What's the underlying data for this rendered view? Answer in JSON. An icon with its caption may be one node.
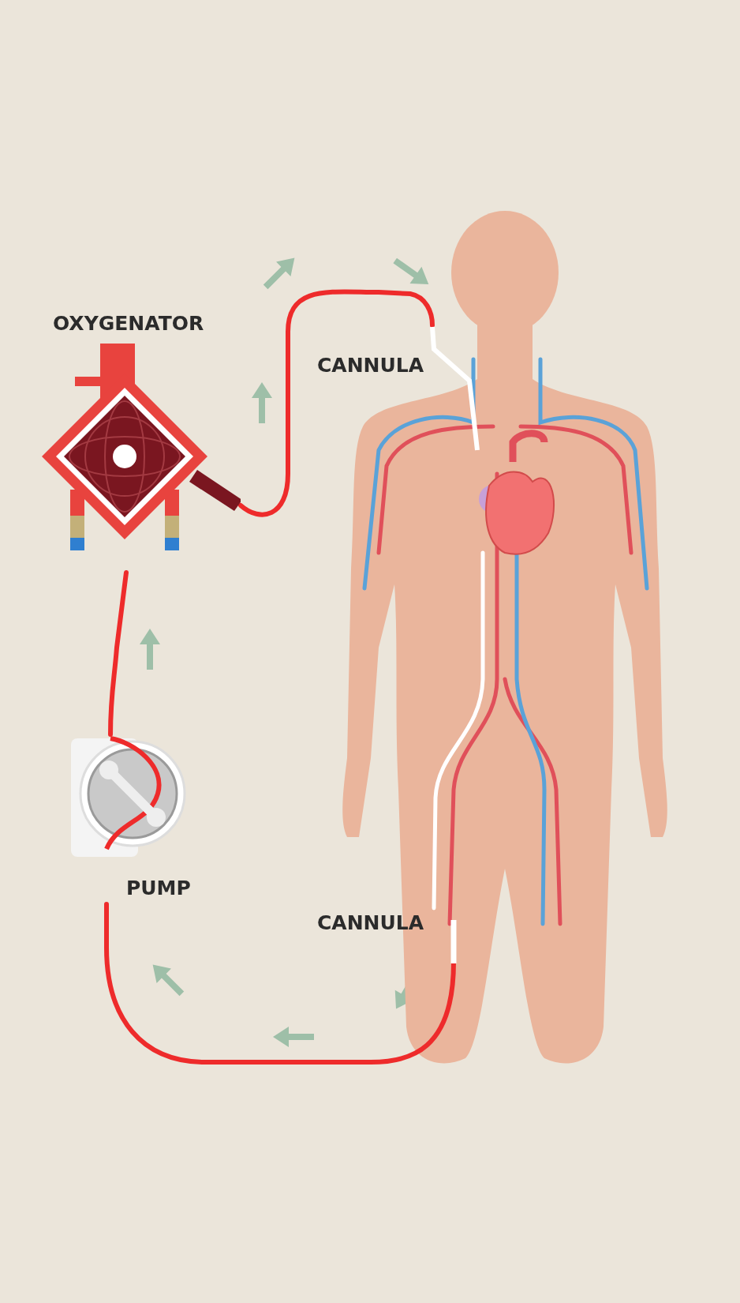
{
  "diagram": {
    "nodes": [
      {
        "text": [
          "OXYGENATOR"
        ]
      },
      {
        "text": [
          "PUMP"
        ]
      },
      {
        "text": [
          "CANNULA"
        ]
      },
      {
        "text": [
          "CANNULA"
        ]
      },
      {
        "text": [],
        "shape": "person"
      }
    ],
    "edges": [
      {
        "from": 0,
        "to": 2,
        "arrow": "none"
      },
      {
        "from": 1,
        "to": 0,
        "arrow": "none"
      },
      {
        "from": 3,
        "to": 1,
        "arrow": "none"
      }
    ]
  }
}
